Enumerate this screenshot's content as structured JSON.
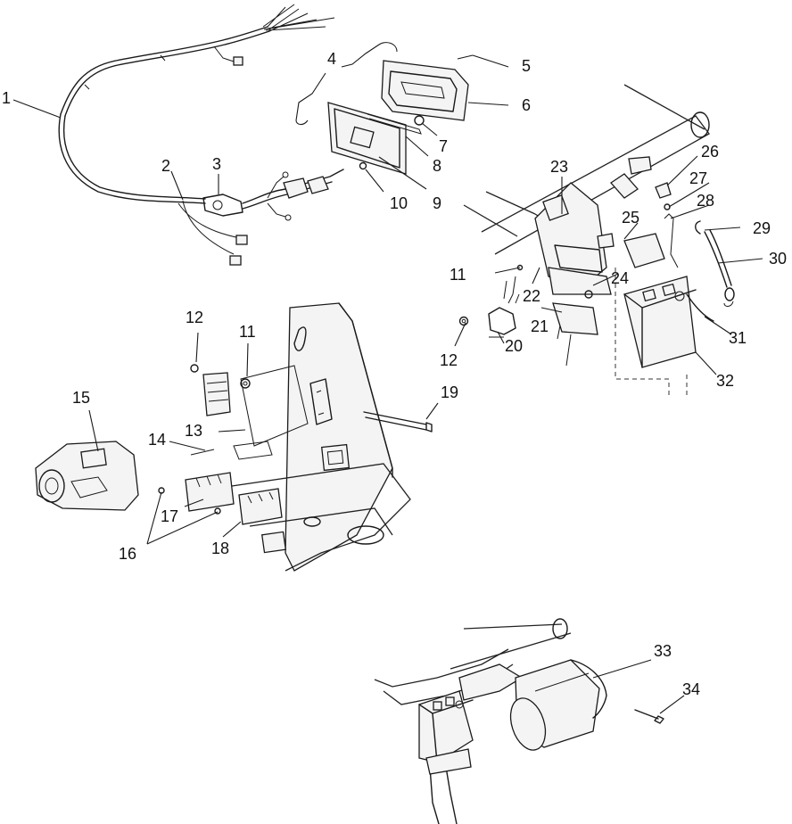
{
  "callouts": [
    "1",
    "2",
    "3",
    "4",
    "5",
    "6",
    "7",
    "8",
    "9",
    "10",
    "11",
    "12",
    "13",
    "14",
    "15",
    "16",
    "17",
    "18",
    "19",
    "20",
    "21",
    "22",
    "23",
    "24",
    "25",
    "26",
    "27",
    "28",
    "29",
    "30",
    "31",
    "32",
    "33",
    "34",
    "11",
    "12"
  ]
}
